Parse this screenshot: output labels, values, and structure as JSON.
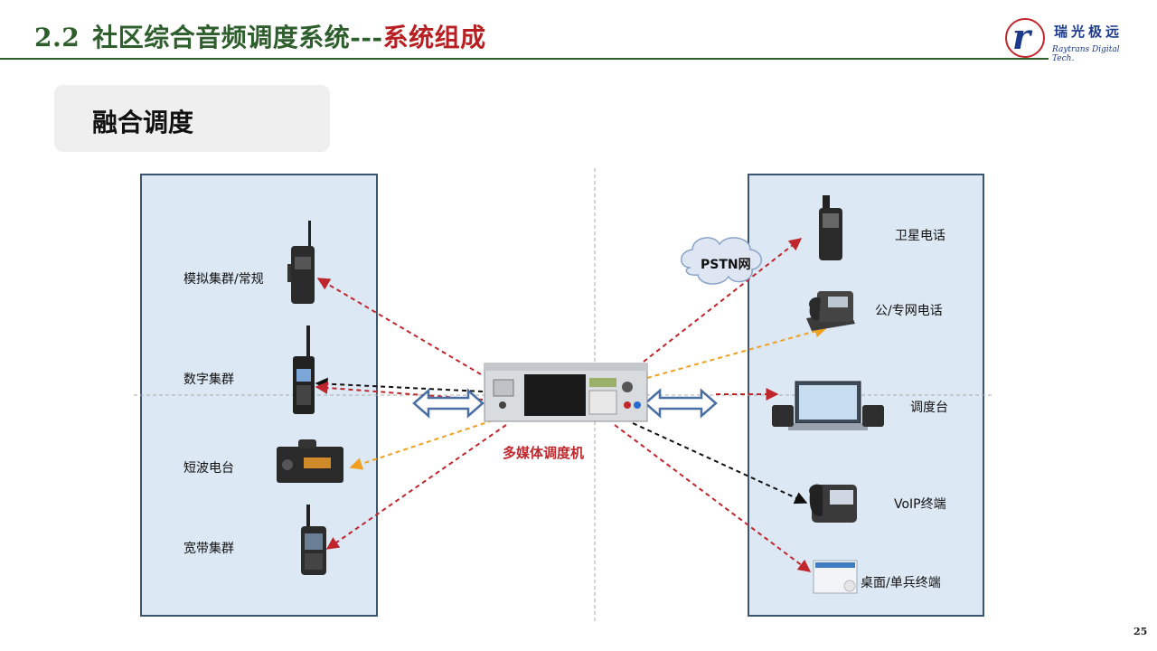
{
  "slide": {
    "title_number": "2.2",
    "title_main": "社区综合音频调度系统---",
    "title_accent": "系统组成",
    "page_number": "25"
  },
  "logo": {
    "letter": "r",
    "chinese": "瑞光极远",
    "english": "Raytrans Digital Tech."
  },
  "section": {
    "heading": "融合调度"
  },
  "left_devices": [
    {
      "label": "模拟集群/常规",
      "icon": "walkie-talkie-icon"
    },
    {
      "label": "数字集群",
      "icon": "digital-radio-icon"
    },
    {
      "label": "短波电台",
      "icon": "shortwave-radio-icon"
    },
    {
      "label": "宽带集群",
      "icon": "broadband-terminal-icon"
    }
  ],
  "right_devices": [
    {
      "label": "卫星电话",
      "icon": "satellite-phone-icon"
    },
    {
      "label": "公/专网电话",
      "icon": "desk-phone-icon"
    },
    {
      "label": "调度台",
      "icon": "dispatch-console-icon"
    },
    {
      "label": "VoIP终端",
      "icon": "voip-phone-icon"
    },
    {
      "label": "桌面/单兵终端",
      "icon": "desktop-terminal-icon"
    }
  ],
  "center": {
    "label": "多媒体调度机",
    "icon": "dispatcher-rack-icon"
  },
  "cloud": {
    "label": "PSTN网"
  },
  "colors": {
    "title_green": "#2e5e2c",
    "accent_red": "#b81f22",
    "panel_fill": "#dce8f4",
    "arrow_red": "#c0272d",
    "arrow_orange": "#f0a020",
    "arrow_black": "#111111",
    "double_arrow": "#4a6fa5"
  }
}
